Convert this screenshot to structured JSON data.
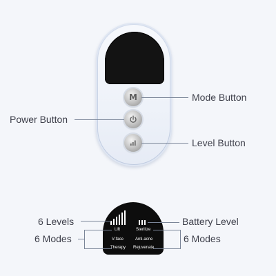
{
  "device": {
    "buttons": {
      "mode_glyph": "M",
      "power_icon": "power-icon",
      "level_icon": "level-icon"
    }
  },
  "callouts": {
    "mode_button": "Mode Button",
    "power_button": "Power Button",
    "level_button": "Level Button",
    "levels": "6 Levels",
    "modes_left": "6 Modes",
    "battery_level": "Battery Level",
    "modes_right": "6 Modes"
  },
  "display": {
    "modes": [
      "Lift",
      "Sterilize",
      "V-face",
      "Anti-acne",
      "Therapy",
      "Rejuvenate"
    ],
    "level_bars": 6,
    "battery_bars": 3
  },
  "colors": {
    "background": "#f4f6fa",
    "device_shell": "#c9d3e6",
    "screen": "#131313",
    "label_text": "#3d3f4a",
    "leader_line": "#7a8598"
  }
}
